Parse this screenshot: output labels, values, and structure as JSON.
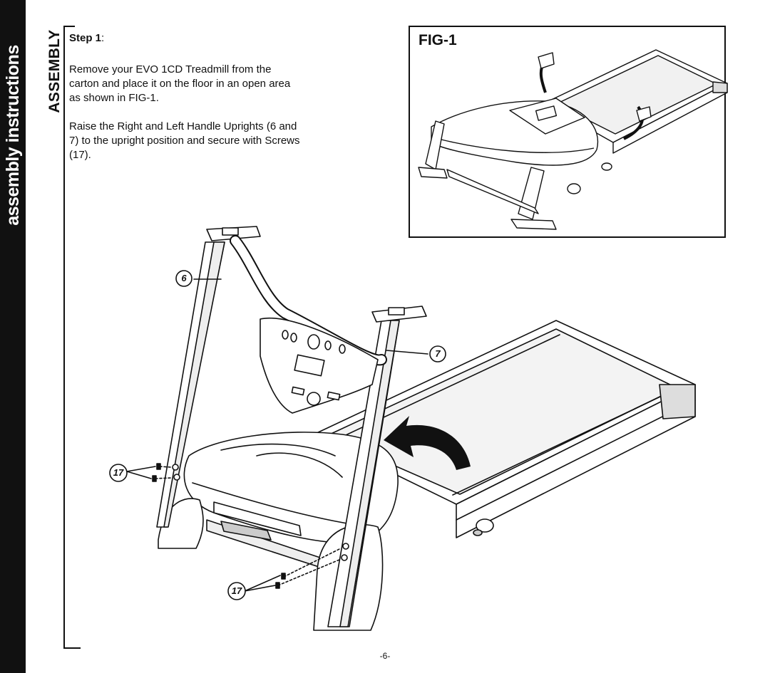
{
  "side_tab": {
    "text": "assembly instructions"
  },
  "section_label": "ASSEMBLY",
  "step": {
    "heading_bold": "Step 1",
    "heading_suffix": ":"
  },
  "paragraphs": [
    "Remove your EVO 1CD Treadmill from the carton and place it on the floor in an open area as shown in FIG-1.",
    "Raise the Right and Left Handle Uprights (6 and 7) to the upright position and secure with Screws (17)."
  ],
  "figure": {
    "label": "FIG-1"
  },
  "callouts": {
    "part_6": "6",
    "part_7": "7",
    "screws_top": "17",
    "screws_bottom": "17"
  },
  "page_number": "-6-"
}
